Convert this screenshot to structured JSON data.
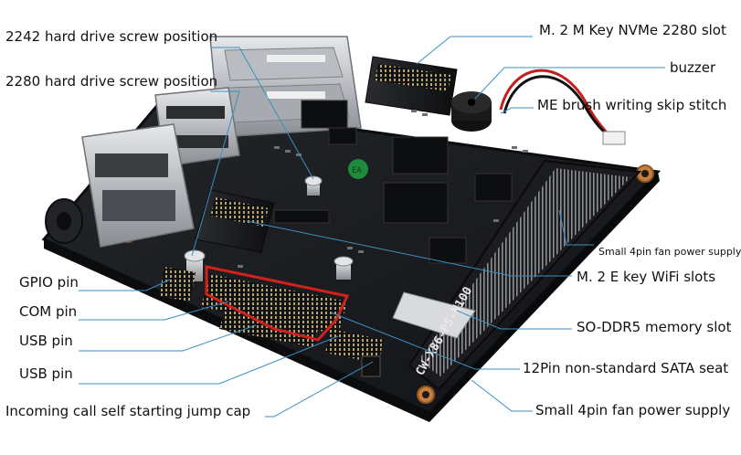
{
  "labels": {
    "screw_2242": "2242 hard drive screw position",
    "screw_2280": "2280 hard drive screw position",
    "gpio_pin": "GPIO pin",
    "com_pin": "COM pin",
    "usb_pin_1": "USB pin",
    "usb_pin_2": "USB pin",
    "jump_cap": "Incoming call self starting jump cap",
    "m2_nvme": "M. 2 M Key NVMe 2280 slot",
    "buzzer": "buzzer",
    "me_brush": "ME brush writing skip stitch",
    "fan_small_1": "Small 4pin fan power supply",
    "m2_wifi": "M. 2 E key WiFi slots",
    "so_ddr5": "SO-DDR5 memory slot",
    "sata_12pin": "12Pin non-standard SATA seat",
    "fan_small_2": "Small 4pin fan power supply"
  },
  "board": {
    "model_print": "CW-X86-P5-N100",
    "chip_mark": "EA",
    "colors": {
      "pcb": "#17191c",
      "pcb_edge": "#0b0c0e",
      "silver": "#c9ccd0",
      "copper": "#c87f3e",
      "callout_line": "#3b8fc4",
      "highlight": "#d0211b",
      "chip_green": "#1f8a3c"
    }
  }
}
